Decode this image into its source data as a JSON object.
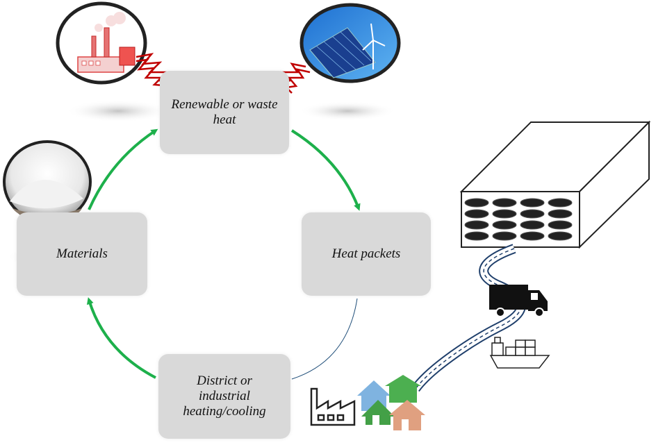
{
  "nodes": {
    "heat_source": "Renewable or waste heat",
    "heat_packets": "Heat packets",
    "district": "District or\nindustrial\nheating/cooling",
    "materials": "Materials"
  },
  "colors": {
    "cycle_arrow": "#1db04b",
    "box_fill": "#d9d9d9",
    "heat_wave": "#c00000",
    "connector_line": "#1f4e79"
  },
  "icons": [
    "factory-chimney-icon",
    "solar-wind-icon",
    "salt-crystals-icon",
    "storage-container-icon",
    "truck-icon",
    "ship-icon",
    "road-icon",
    "factory-icon",
    "houses-icon"
  ]
}
